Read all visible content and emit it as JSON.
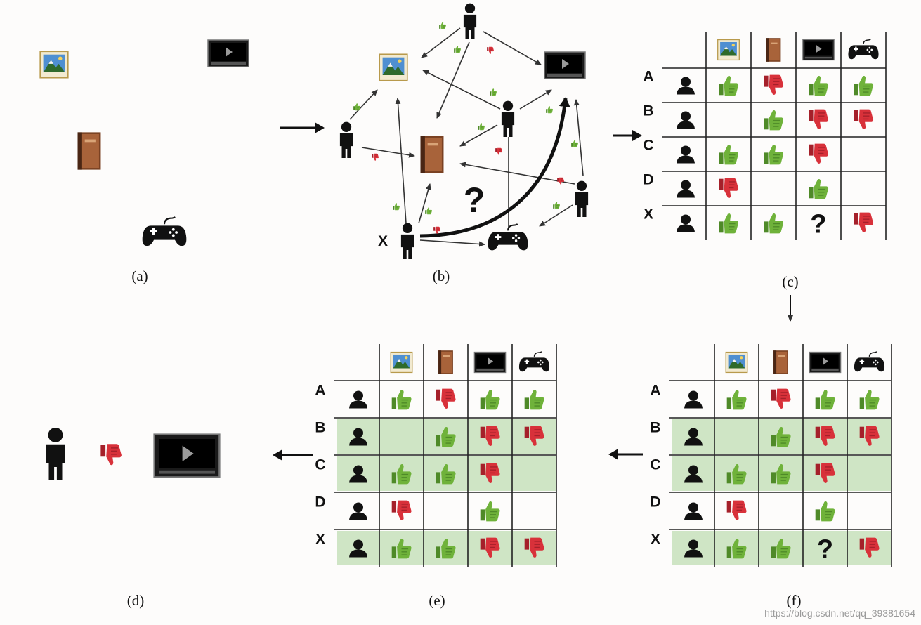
{
  "captions": {
    "a": "(a)",
    "b": "(b)",
    "c": "(c)",
    "d": "(d)",
    "e": "(e)",
    "f": "(f)"
  },
  "x_user_label": "X",
  "unknown_mark": "?",
  "row_labels": [
    "A",
    "B",
    "C",
    "D",
    "X"
  ],
  "column_items": [
    "picture-icon",
    "book-icon",
    "video-icon",
    "gamepad-icon"
  ],
  "ratings_c": [
    [
      "up",
      "down",
      "up",
      "up"
    ],
    [
      "",
      "up",
      "down",
      "down"
    ],
    [
      "up",
      "up",
      "down",
      ""
    ],
    [
      "down",
      "",
      "up",
      ""
    ],
    [
      "up",
      "up",
      "?",
      "down"
    ]
  ],
  "ratings_e": [
    [
      "up",
      "down",
      "up",
      "up"
    ],
    [
      "",
      "up",
      "down",
      "down"
    ],
    [
      "up",
      "up",
      "down",
      ""
    ],
    [
      "down",
      "",
      "up",
      ""
    ],
    [
      "up",
      "up",
      "down",
      "down"
    ]
  ],
  "ratings_f": [
    [
      "up",
      "down",
      "up",
      "up"
    ],
    [
      "",
      "up",
      "down",
      "down"
    ],
    [
      "up",
      "up",
      "down",
      ""
    ],
    [
      "down",
      "",
      "up",
      ""
    ],
    [
      "up",
      "up",
      "?",
      "down"
    ]
  ],
  "similar_rows_e": [
    1,
    2,
    4
  ],
  "similar_rows_f": [
    1,
    2,
    4
  ],
  "prediction": {
    "user": "X",
    "rating": "down",
    "item": "video-icon"
  },
  "colors": {
    "thumb_up": "#6fb23a",
    "thumb_down": "#d8313a",
    "highlight": "#cfe5c5",
    "ink": "#111111"
  },
  "watermark": "https://blog.csdn.net/qq_39381654"
}
